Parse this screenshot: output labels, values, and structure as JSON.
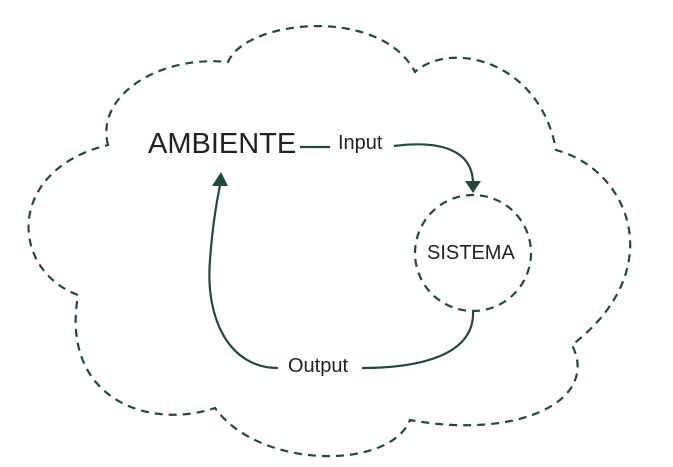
{
  "diagram": {
    "environment_label": "AMBIENTE",
    "system_label": "SISTEMA",
    "input_label": "Input",
    "output_label": "Output"
  },
  "colors": {
    "stroke": "#1f4a3c",
    "text": "#222222"
  }
}
